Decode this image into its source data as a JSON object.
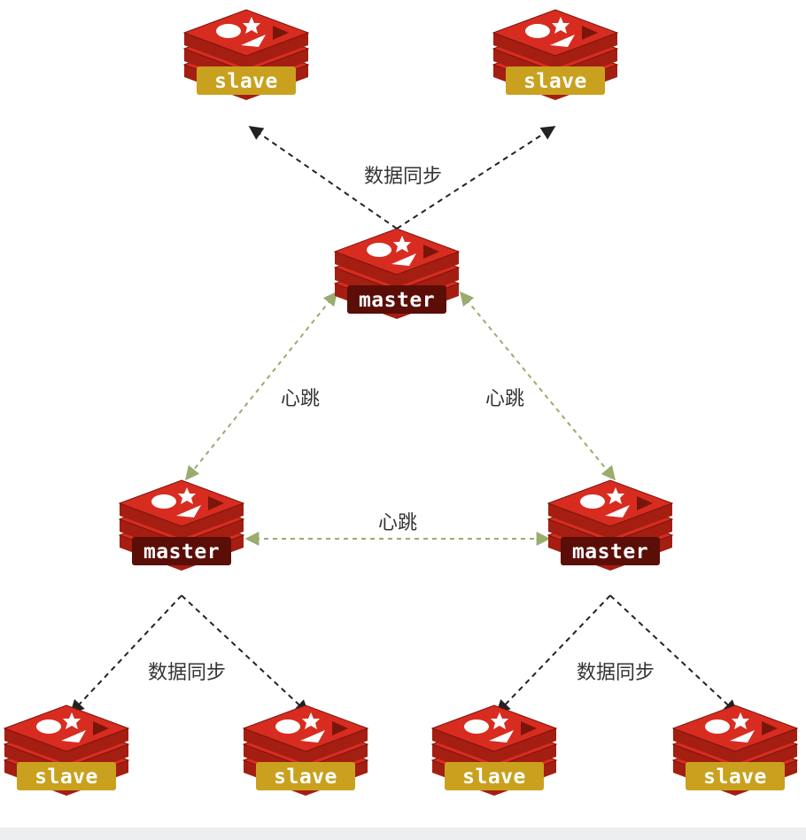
{
  "colors": {
    "redis_top": "#d82c20",
    "redis_side": "#a41e11",
    "redis_dark": "#7a150c",
    "master_tag_bg": "#5b0e08",
    "master_tag_text": "#ffffff",
    "slave_tag_bg": "#c9a11f",
    "slave_tag_text": "#ffffff",
    "sync_edge": "#222222",
    "heartbeat_edge": "#9aac6e"
  },
  "icons": {
    "node": "redis-stack-icon"
  },
  "nodes": [
    {
      "id": "slave-top-left",
      "role": "slave",
      "label": "slave"
    },
    {
      "id": "slave-top-right",
      "role": "slave",
      "label": "slave"
    },
    {
      "id": "master-top",
      "role": "master",
      "label": "master"
    },
    {
      "id": "master-left",
      "role": "master",
      "label": "master"
    },
    {
      "id": "master-right",
      "role": "master",
      "label": "master"
    },
    {
      "id": "slave-bottom-1",
      "role": "slave",
      "label": "slave"
    },
    {
      "id": "slave-bottom-2",
      "role": "slave",
      "label": "slave"
    },
    {
      "id": "slave-bottom-3",
      "role": "slave",
      "label": "slave"
    },
    {
      "id": "slave-bottom-4",
      "role": "slave",
      "label": "slave"
    }
  ],
  "edges": [
    {
      "from": "master-top",
      "to": "slave-top-left",
      "kind": "sync",
      "arrows": "end"
    },
    {
      "from": "master-top",
      "to": "slave-top-right",
      "kind": "sync",
      "arrows": "end"
    },
    {
      "from": "master-top",
      "to": "master-left",
      "kind": "heartbeat",
      "arrows": "both"
    },
    {
      "from": "master-top",
      "to": "master-right",
      "kind": "heartbeat",
      "arrows": "both"
    },
    {
      "from": "master-left",
      "to": "master-right",
      "kind": "heartbeat",
      "arrows": "both"
    },
    {
      "from": "master-left",
      "to": "slave-bottom-1",
      "kind": "sync",
      "arrows": "end"
    },
    {
      "from": "master-left",
      "to": "slave-bottom-2",
      "kind": "sync",
      "arrows": "end"
    },
    {
      "from": "master-right",
      "to": "slave-bottom-3",
      "kind": "sync",
      "arrows": "end"
    },
    {
      "from": "master-right",
      "to": "slave-bottom-4",
      "kind": "sync",
      "arrows": "end"
    }
  ],
  "labels": {
    "sync_top": "数据同步",
    "heartbeat_left": "心跳",
    "heartbeat_right": "心跳",
    "heartbeat_middle": "心跳",
    "sync_bottom_left": "数据同步",
    "sync_bottom_right": "数据同步"
  }
}
